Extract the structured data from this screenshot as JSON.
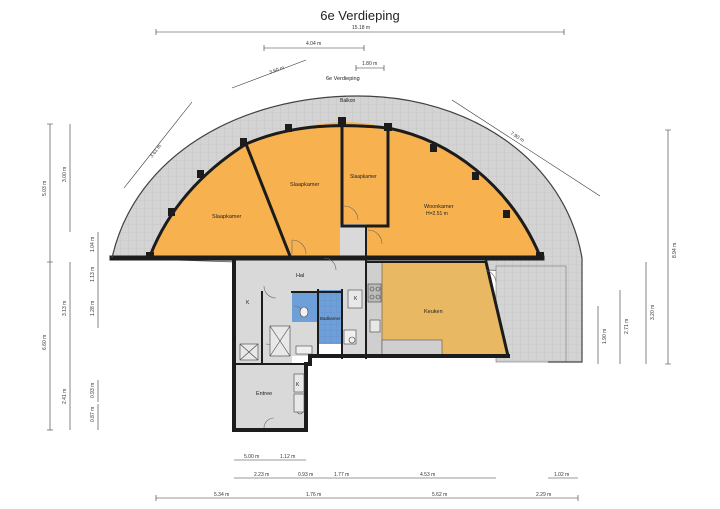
{
  "title": "6e Verdieping",
  "floor_label": "6e Verdieping",
  "rooms": {
    "balkon": "Balkon",
    "slaapkamer_left": "Slaapkamer",
    "slaapkamer_mid": "Slaapkamer",
    "slaapkamer_small": "Slaapkamer",
    "woonkamer_name": "Woonkamer",
    "woonkamer_height": "H=2.51 m",
    "hal": "Hal",
    "keuken": "Keuken",
    "badkamer": "Badkamer",
    "entree": "Entree",
    "k1": "K",
    "k2": "K",
    "k3": "K"
  },
  "dimensions": {
    "top_total": "15.18 m",
    "top_inner": "4.04 m",
    "top_small": "1.80 m",
    "diag_left_outer": "3.60 m",
    "diag_left_inner": "3.61 m",
    "diag_right": "7.90 m",
    "left_v1": "5.03 m",
    "left_v2": "3.00 m",
    "left_v3": "1.04 m",
    "left_v4": "1.13 m",
    "left_v5": "1.28 m",
    "left_v6": "3.13 m",
    "left_v7": "6.60 m",
    "left_v8": "0.93 m",
    "left_v9": "0.87 m",
    "left_v10": "2.41 m",
    "right_v1": "8.94 m",
    "right_v2": "3.20 m",
    "right_v3": "2.71 m",
    "right_v4": "1.90 m",
    "bottom_a": "5.00 m",
    "bottom_b": "1.12 m",
    "bottom_c": "2.23 m",
    "bottom_d": "0.93 m",
    "bottom_e": "1.77 m",
    "bottom_f": "4.53 m",
    "bottom_g": "1.02 m",
    "bottom_h": "5.34 m",
    "bottom_i": "1.76 m",
    "bottom_j": "5.62 m",
    "bottom_k": "2.29 m"
  },
  "colors": {
    "bedroom": "#f7b24f",
    "kitchen": "#e9b862",
    "bathroom": "#6f9fd8",
    "circulation": "#d9d9d9",
    "balcony": "#d2d2d2",
    "wall": "#1c1c1c"
  }
}
